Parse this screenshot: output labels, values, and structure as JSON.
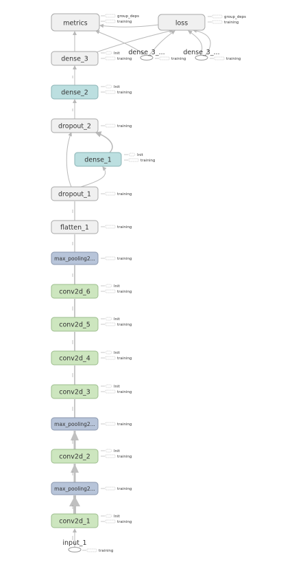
{
  "colors": {
    "gray_fill": "#f0f0f0",
    "gray_stroke": "#a8a8a8",
    "teal_fill": "#bcdfe0",
    "teal_stroke": "#8ab3b5",
    "blue_fill": "#b7c4d9",
    "blue_stroke": "#8896ad",
    "green_fill": "#cde6bf",
    "green_stroke": "#9cbd8c",
    "edge": "#b8b8b8",
    "edge_thick": "#bdbdbd"
  },
  "nodes": {
    "metrics": "metrics",
    "loss": "loss",
    "dense_3": "dense_3",
    "dense_2": "dense_2",
    "dropout_2": "dropout_2",
    "dense_1": "dense_1",
    "dropout_1": "dropout_1",
    "flatten_1": "flatten_1",
    "max_pooling2d_3": "max_pooling2...",
    "conv2d_6": "conv2d_6",
    "conv2d_5": "conv2d_5",
    "conv2d_4": "conv2d_4",
    "conv2d_3": "conv2d_3",
    "max_pooling2d_2": "max_pooling2...",
    "conv2d_2": "conv2d_2",
    "max_pooling2d_1": "max_pooling2...",
    "conv2d_1": "conv2d_1",
    "input_1": "input_1",
    "dense_3_a": "dense_3_...",
    "dense_3_b": "dense_3_..."
  },
  "aux": {
    "group_deps": "group_deps",
    "training": "training",
    "init": "Init"
  }
}
